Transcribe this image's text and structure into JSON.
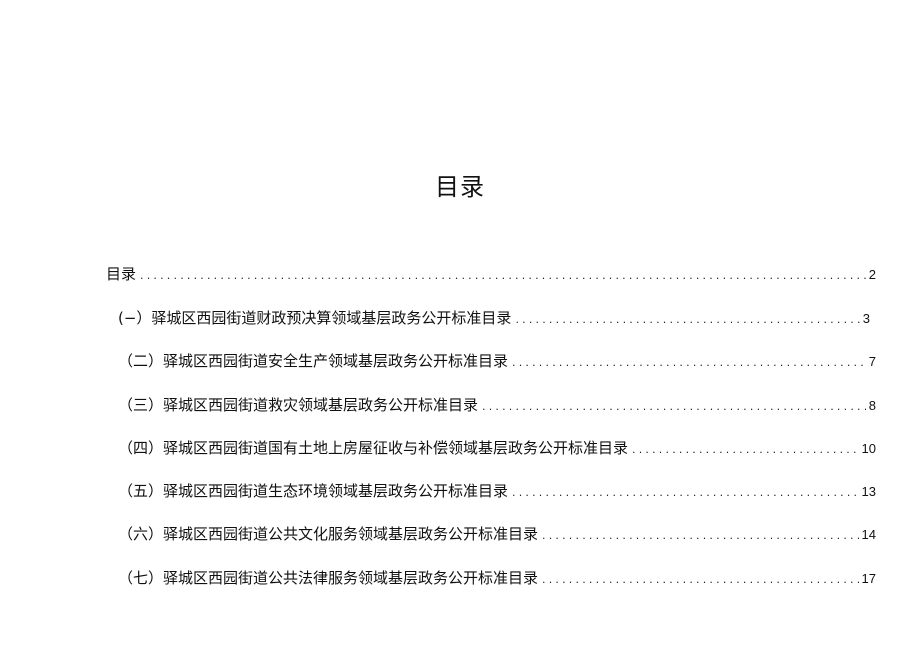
{
  "document": {
    "title": "目录",
    "toc": [
      {
        "label": "目录",
        "page": "2"
      },
      {
        "label": "(−）驿城区西园街道财政预决算领域基层政务公开标准目录",
        "page": "3"
      },
      {
        "label": "（二）驿城区西园街道安全生产领域基层政务公开标准目录",
        "page": "7"
      },
      {
        "label": "（三）驿城区西园街道救灾领域基层政务公开标准目录",
        "page": "8"
      },
      {
        "label": "（四）驿城区西园街道国有土地上房屋征收与补偿领域基层政务公开标准目录",
        "page": "10"
      },
      {
        "label": "（五）驿城区西园街道生态环境领域基层政务公开标准目录",
        "page": "13"
      },
      {
        "label": "（六）驿城区西园街道公共文化服务领域基层政务公开标准目录",
        "page": "14"
      },
      {
        "label": "（七）驿城区西园街道公共法律服务领域基层政务公开标准目录",
        "page": "17"
      }
    ]
  }
}
